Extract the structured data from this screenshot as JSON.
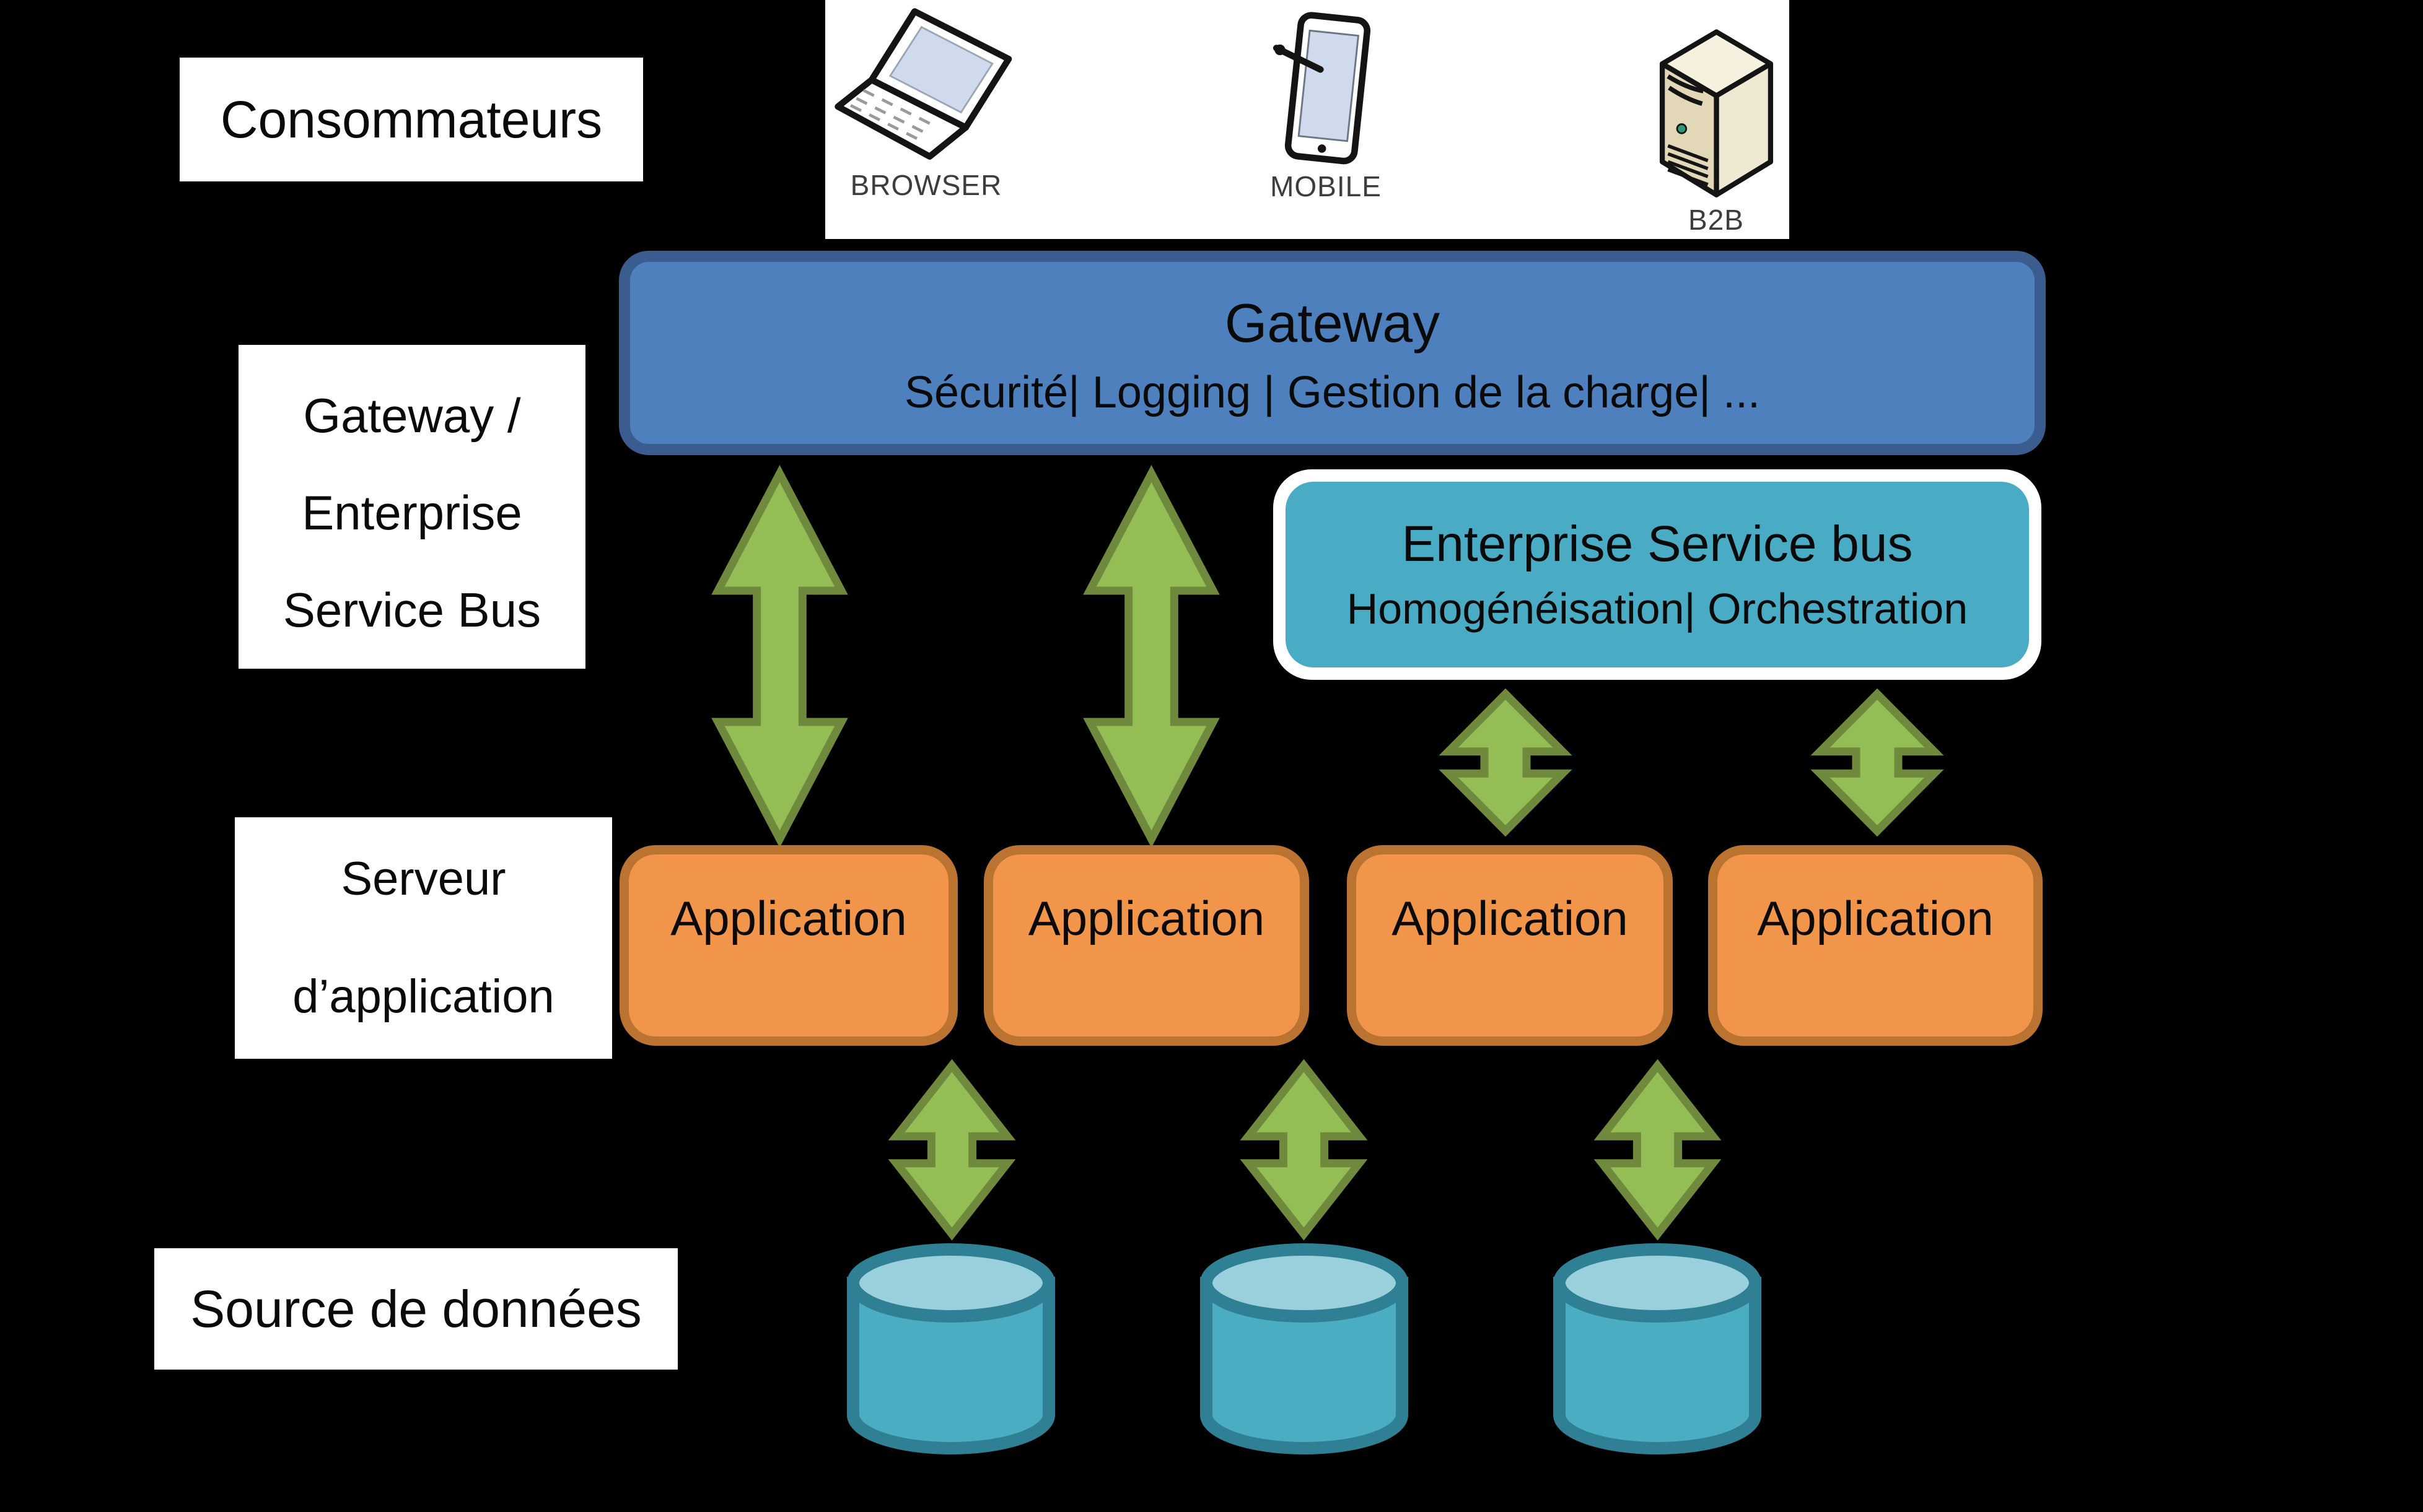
{
  "consumers": {
    "label": "Consommateurs",
    "items": [
      {
        "name": "browser",
        "label": "BROWSER"
      },
      {
        "name": "mobile",
        "label": "MOBILE"
      },
      {
        "name": "b2b",
        "label": "B2B"
      }
    ]
  },
  "gateway": {
    "title": "Gateway",
    "subtitle": "Sécurité| Logging | Gestion de la charge| ..."
  },
  "gateway_esb_label": {
    "line1": "Gateway /",
    "line2": "Enterprise",
    "line3": "Service Bus"
  },
  "esb": {
    "title": "Enterprise Service bus",
    "subtitle": "Homogénéisation| Orchestration"
  },
  "app_server_label": {
    "line1": "Serveur",
    "line2": "d’application"
  },
  "applications": [
    "Application",
    "Application",
    "Application",
    "Application"
  ],
  "data_source": {
    "label": "Source de données"
  },
  "colors": {
    "bg": "#000000",
    "gateway_fill": "#4D80BD",
    "gateway_border": "#3A5C8E",
    "esb_fill": "#4AABC5",
    "app_fill": "#F0954A",
    "app_border": "#BA7330",
    "arrow_fill": "#94BE55",
    "arrow_stroke": "#6F8A3D",
    "cylinder_fill": "#4AADC2",
    "cylinder_stroke": "#2F8094",
    "cylinder_top": "#9AD0DB"
  }
}
